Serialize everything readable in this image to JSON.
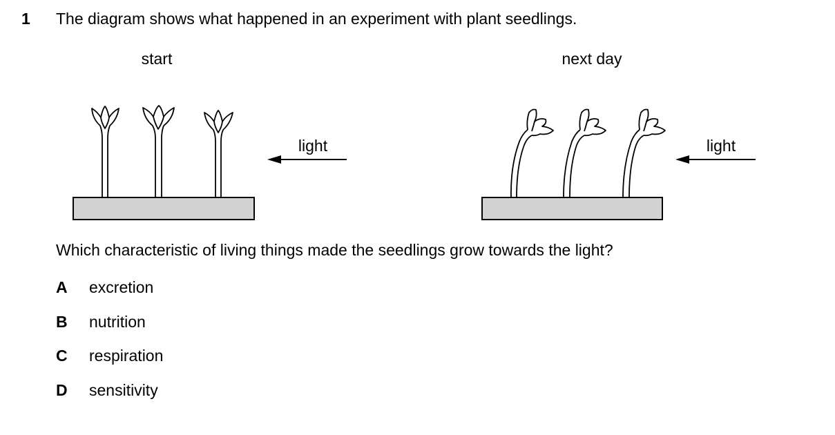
{
  "question": {
    "number": "1",
    "text": "The diagram shows what happened in an experiment with plant seedlings."
  },
  "diagram": {
    "start_label": "start",
    "next_day_label": "next day",
    "light_label_left": "light",
    "light_label_right": "light",
    "tray_color": "#d3d3d3"
  },
  "prompt": "Which characteristic of living things made the seedlings grow towards the light?",
  "options": [
    {
      "letter": "A",
      "text": "excretion"
    },
    {
      "letter": "B",
      "text": "nutrition"
    },
    {
      "letter": "C",
      "text": "respiration"
    },
    {
      "letter": "D",
      "text": "sensitivity"
    }
  ]
}
